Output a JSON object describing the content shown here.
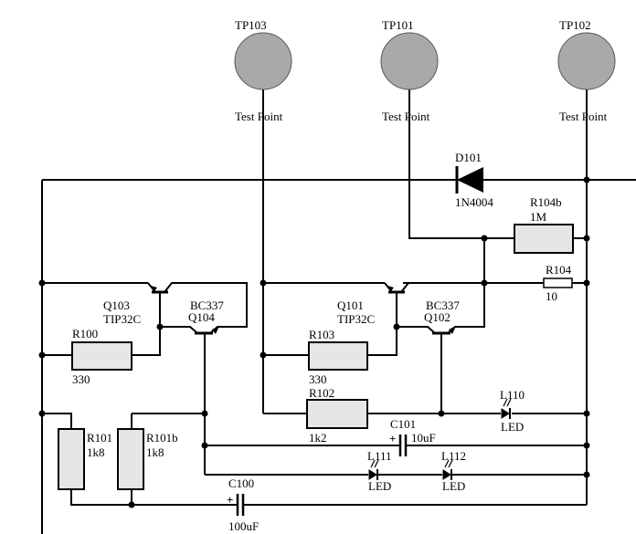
{
  "test_points": [
    {
      "ref": "TP103",
      "label": "Test Point"
    },
    {
      "ref": "TP101",
      "label": "Test Point"
    },
    {
      "ref": "TP102",
      "label": "Test Point"
    }
  ],
  "diode": {
    "ref": "D101",
    "value": "1N4004"
  },
  "transistors": [
    {
      "ref": "Q103",
      "value": "TIP32C"
    },
    {
      "ref": "Q104",
      "value": "BC337"
    },
    {
      "ref": "Q101",
      "value": "TIP32C"
    },
    {
      "ref": "Q102",
      "value": "BC337"
    }
  ],
  "resistors": [
    {
      "ref": "R100",
      "value": "330"
    },
    {
      "ref": "R101",
      "value": "1k8"
    },
    {
      "ref": "R101b",
      "value": "1k8"
    },
    {
      "ref": "R102",
      "value": "1k2"
    },
    {
      "ref": "R103",
      "value": "330"
    },
    {
      "ref": "R104",
      "value": "10"
    },
    {
      "ref": "R104b",
      "value": "1M"
    }
  ],
  "capacitors": [
    {
      "ref": "C100",
      "value": "100uF",
      "polarity": "+"
    },
    {
      "ref": "C101",
      "value": "10uF",
      "polarity": "+"
    }
  ],
  "leds": [
    {
      "ref": "L110",
      "value": "LED"
    },
    {
      "ref": "L111",
      "value": "LED"
    },
    {
      "ref": "L112",
      "value": "LED"
    }
  ]
}
